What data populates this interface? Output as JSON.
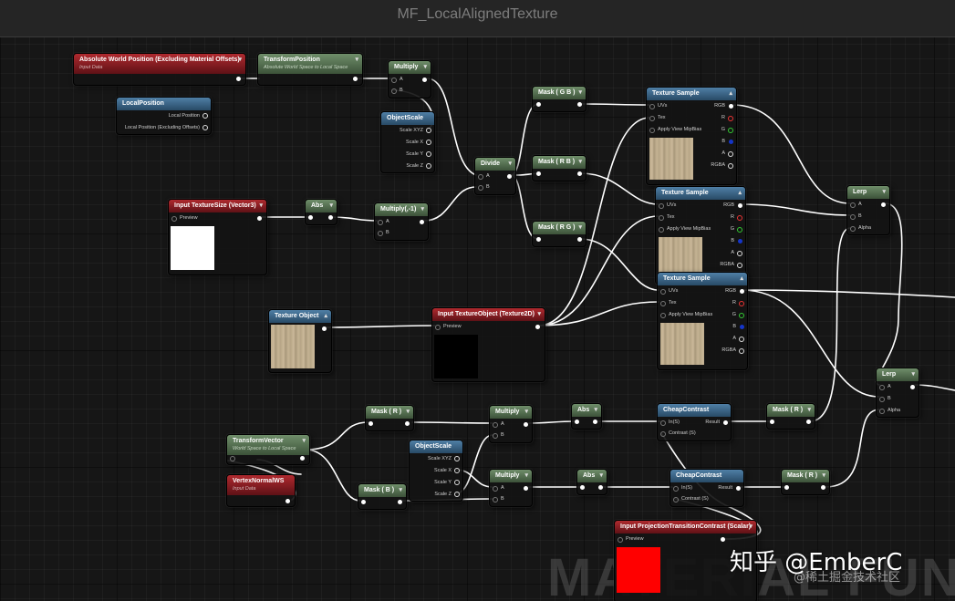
{
  "window": {
    "title": "MF_LocalAlignedTexture"
  },
  "background_watermark": "MATERIAL FUNCT",
  "watermark": {
    "author": "知乎 @EmberC",
    "site": "@稀土掘金技术社区"
  },
  "nodes": {
    "absolute_world_position": {
      "title": "Absolute World Position (Excluding Material Offsets)",
      "subtitle": "Input Data"
    },
    "transform_position": {
      "title": "TransformPosition",
      "subtitle": "Absolute World Space to Local Space"
    },
    "multiply_1": {
      "title": "Multiply",
      "pin_a": "A",
      "pin_b": "B"
    },
    "local_position": {
      "title": "LocalPosition",
      "out_1": "Local Position",
      "out_2": "Local Position (Excluding Offsets)"
    },
    "object_scale_1": {
      "title": "ObjectScale",
      "out_xyz": "Scale XYZ",
      "out_x": "Scale X",
      "out_y": "Scale Y",
      "out_z": "Scale Z"
    },
    "divide": {
      "title": "Divide",
      "pin_a": "A",
      "pin_b": "B"
    },
    "mask_gb": {
      "title": "Mask ( G B )"
    },
    "mask_rb": {
      "title": "Mask ( R B )"
    },
    "mask_rg": {
      "title": "Mask ( R G )"
    },
    "input_texture_size": {
      "title": "Input TextureSize (Vector3)",
      "preview": "Preview"
    },
    "abs_1": {
      "title": "Abs"
    },
    "multiply_neg1": {
      "title": "Multiply(,-1)",
      "pin_a": "A",
      "pin_b": "B"
    },
    "texture_sample_1": {
      "title": "Texture Sample",
      "uvs": "UVs",
      "tex": "Tex",
      "mip": "Apply View MipBias",
      "rgb": "RGB",
      "r": "R",
      "g": "G",
      "b": "B",
      "a": "A",
      "rgba": "RGBA"
    },
    "texture_sample_2": {
      "title": "Texture Sample",
      "uvs": "UVs",
      "tex": "Tex",
      "mip": "Apply View MipBias",
      "rgb": "RGB",
      "r": "R",
      "g": "G",
      "b": "B",
      "a": "A",
      "rgba": "RGBA"
    },
    "texture_sample_3": {
      "title": "Texture Sample",
      "uvs": "UVs",
      "tex": "Tex",
      "mip": "Apply View MipBias",
      "rgb": "RGB",
      "r": "R",
      "g": "G",
      "b": "B",
      "a": "A",
      "rgba": "RGBA"
    },
    "lerp_1": {
      "title": "Lerp",
      "pin_a": "A",
      "pin_b": "B",
      "alpha": "Alpha"
    },
    "lerp_2": {
      "title": "Lerp",
      "pin_a": "A",
      "pin_b": "B",
      "alpha": "Alpha"
    },
    "texture_object": {
      "title": "Texture Object"
    },
    "input_texture_object": {
      "title": "Input TextureObject (Texture2D)",
      "preview": "Preview"
    },
    "transform_vector": {
      "title": "TransformVector",
      "subtitle": "World Space to Local Space"
    },
    "vertex_normal_ws": {
      "title": "VertexNormalWS",
      "subtitle": "Input Data"
    },
    "mask_r_1": {
      "title": "Mask ( R )"
    },
    "mask_b": {
      "title": "Mask ( B )"
    },
    "object_scale_2": {
      "title": "ObjectScale",
      "out_xyz": "Scale XYZ",
      "out_x": "Scale X",
      "out_y": "Scale Y",
      "out_z": "Scale Z"
    },
    "multiply_2": {
      "title": "Multiply",
      "pin_a": "A",
      "pin_b": "B"
    },
    "multiply_3": {
      "title": "Multiply",
      "pin_a": "A",
      "pin_b": "B"
    },
    "abs_2": {
      "title": "Abs"
    },
    "abs_3": {
      "title": "Abs"
    },
    "cheap_contrast_1": {
      "title": "CheapContrast",
      "in": "In(S)",
      "contrast": "Contrast (S)",
      "result": "Result"
    },
    "cheap_contrast_2": {
      "title": "CheapContrast",
      "in": "In(S)",
      "contrast": "Contrast (S)",
      "result": "Result"
    },
    "mask_r_2": {
      "title": "Mask ( R )"
    },
    "mask_r_3": {
      "title": "Mask ( R )"
    },
    "input_projection_contrast": {
      "title": "Input ProjectionTransitionContrast (Scalar)",
      "preview": "Preview"
    }
  },
  "colors": {
    "function_header": "#6f8e6a",
    "param_header": "#4f7fa6",
    "input_header": "#b02a2f",
    "wire": "#ffffff",
    "red_preview": "#ff0000"
  }
}
